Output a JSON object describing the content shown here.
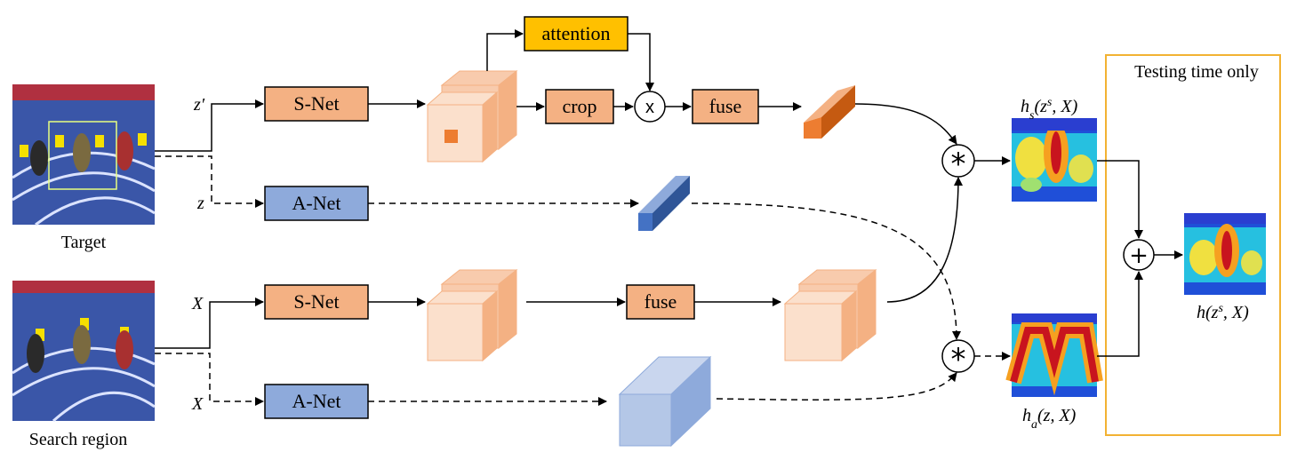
{
  "images": {
    "target": {
      "caption": "Target"
    },
    "search": {
      "caption": "Search region"
    }
  },
  "inputs": {
    "z_prime": "z′",
    "z": "z",
    "x_top": "X",
    "x_bottom": "X"
  },
  "boxes": {
    "snet_top": "S-Net",
    "anet_top": "A-Net",
    "snet_bottom": "S-Net",
    "anet_bottom": "A-Net",
    "attention": "attention",
    "crop": "crop",
    "fuse_top": "fuse",
    "fuse_bottom": "fuse"
  },
  "operators": {
    "multiply": "x",
    "correlation": "*",
    "sum": "+"
  },
  "outputs": {
    "hs_label": "h",
    "hs_sub": "s",
    "hs_args": "(z",
    "hs_sup": "s",
    "hs_tail": ", X)",
    "ha_label": "h",
    "ha_sub": "a",
    "ha_args": "(z, X)",
    "h_label": "h(z",
    "h_sup": "s",
    "h_tail": ", X)"
  },
  "testing_panel": {
    "title": "Testing time only"
  },
  "colors": {
    "snet_fill": "#f4b183",
    "anet_fill": "#8eaadb",
    "attention_fill": "#ffc000",
    "orange_feature": "#ed7d31",
    "blue_feature": "#4472c4",
    "light_orange": "#f8cbad",
    "light_blue": "#b4c7e7",
    "panel_border": "#f2b233",
    "track_blue": "#3a56a8"
  }
}
